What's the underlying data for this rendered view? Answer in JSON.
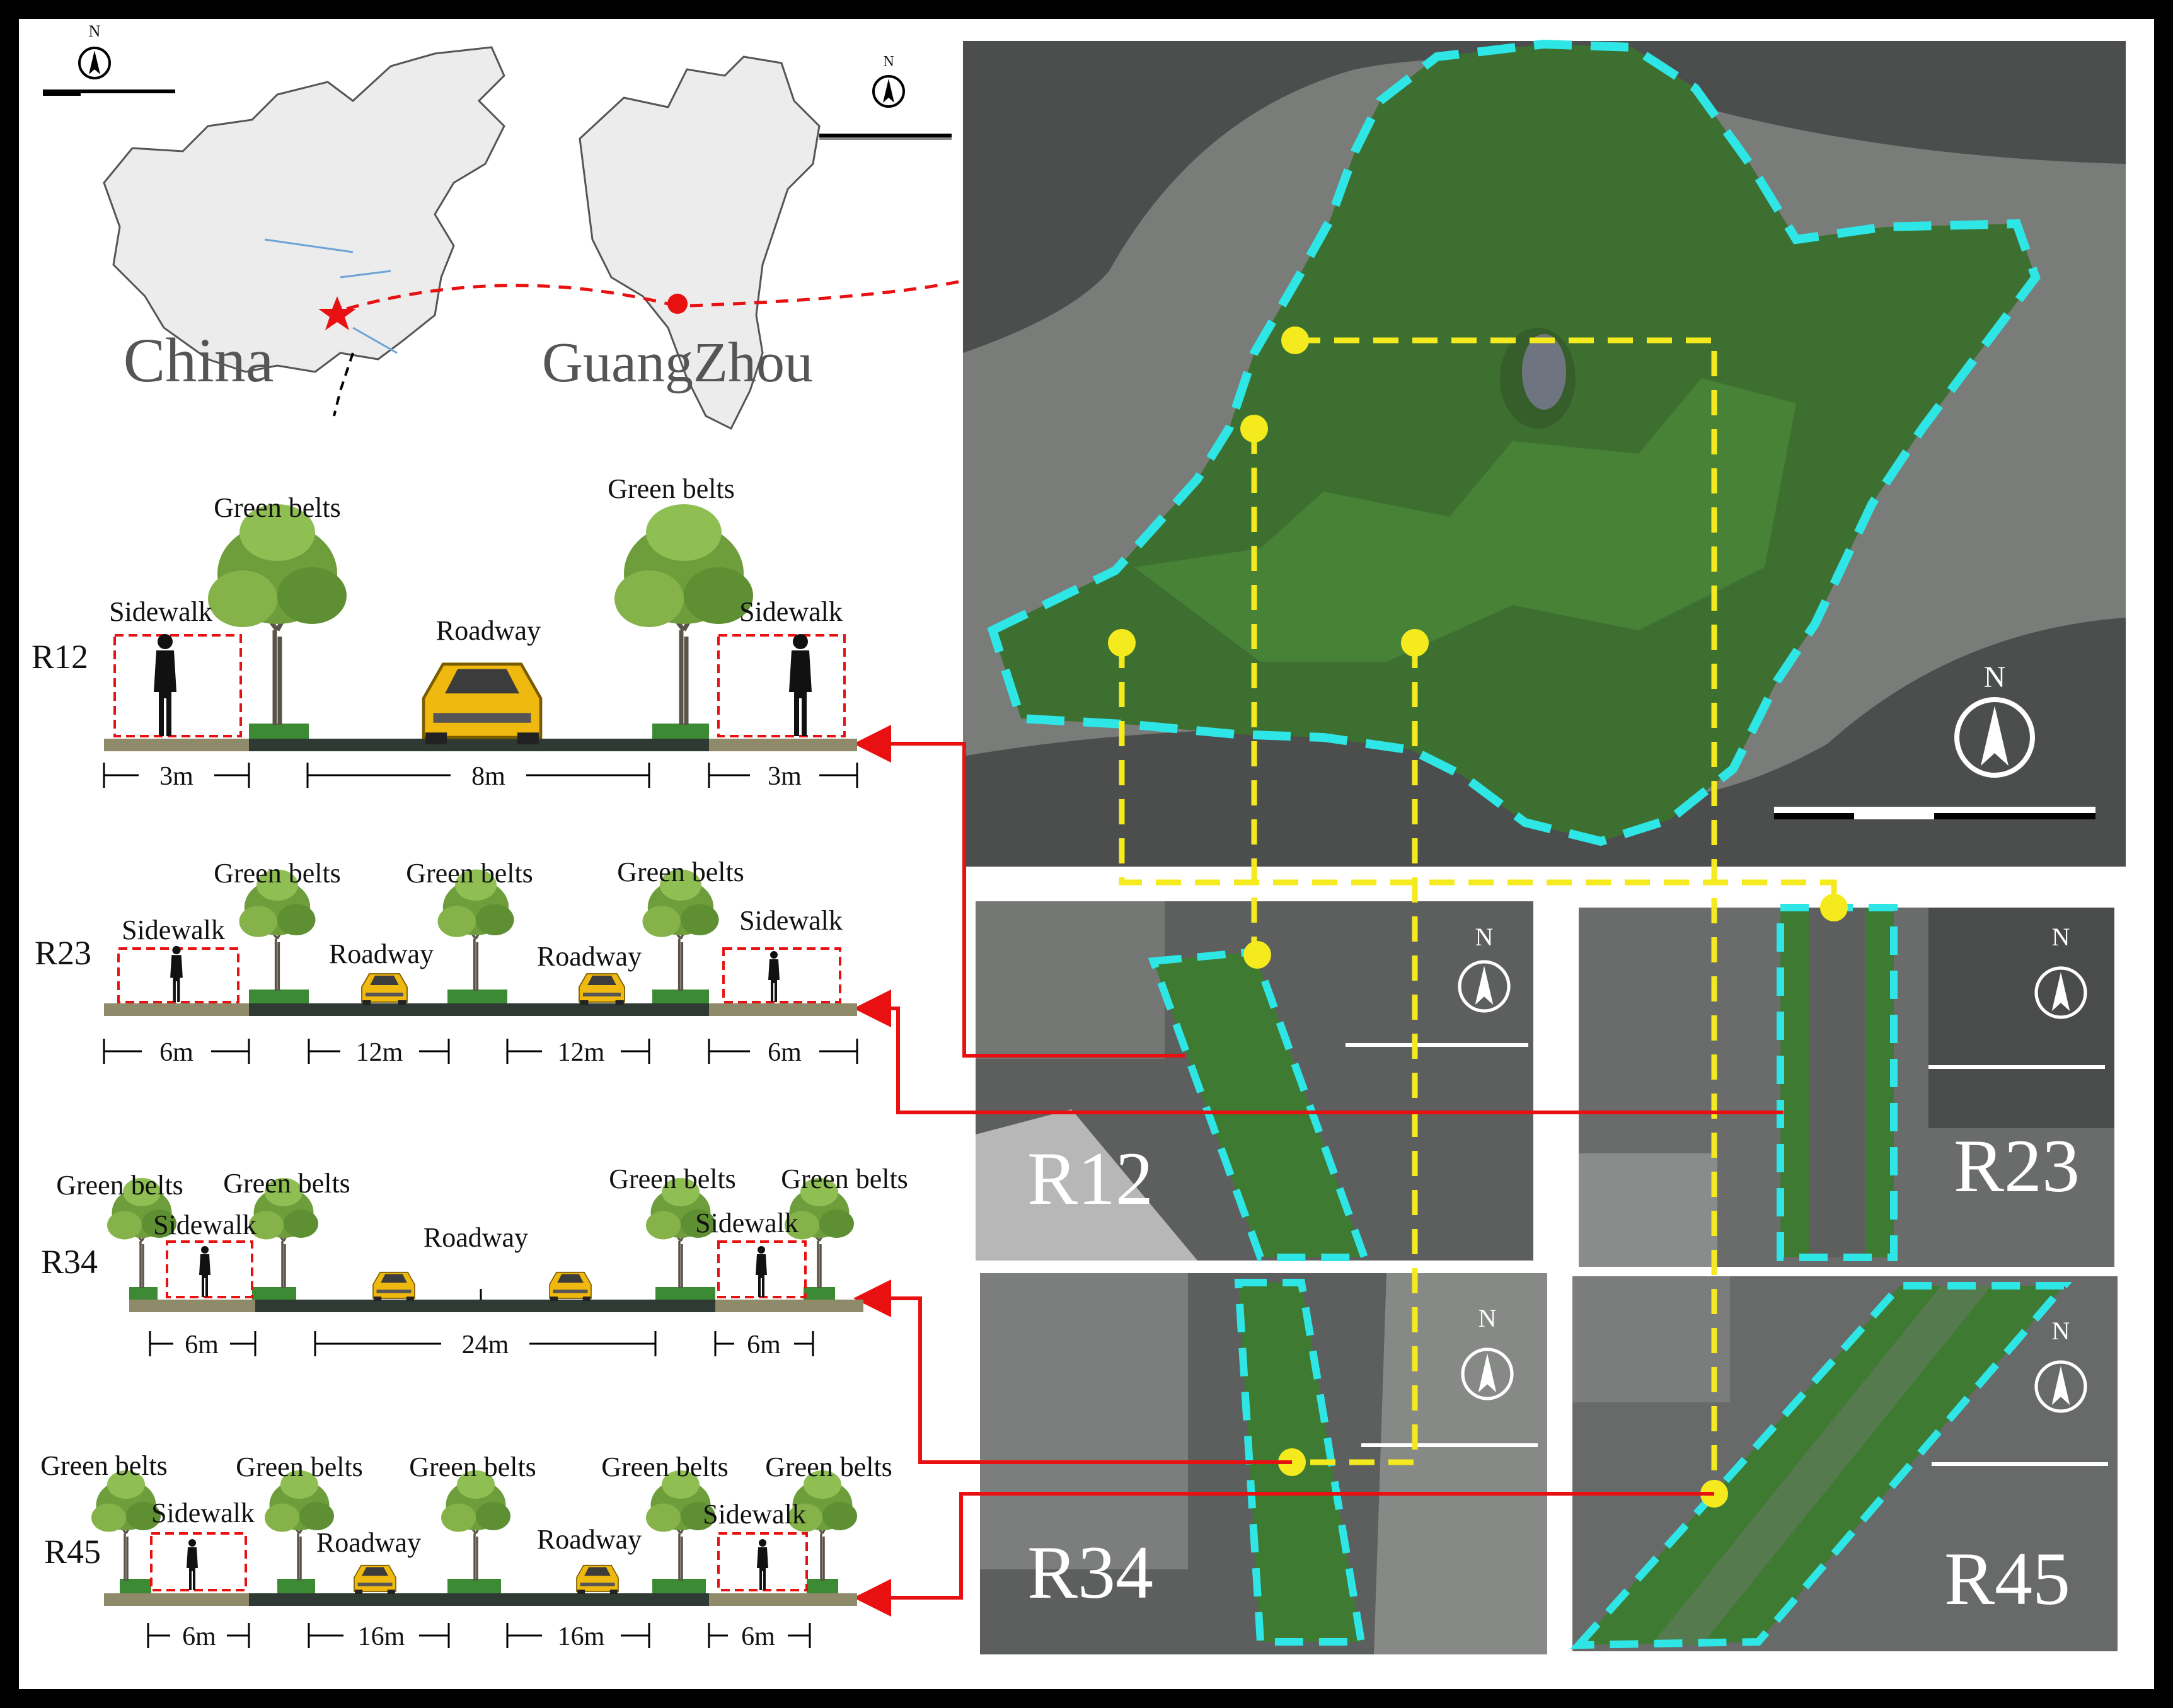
{
  "maps": {
    "china_label": "China",
    "guangzhou_label": "GuangZhou",
    "north_letter": "N"
  },
  "sections": [
    {
      "id": "R12",
      "labels": {
        "green_left": "Green belts",
        "green_right": "Green belts",
        "sidewalk_left": "Sidewalk",
        "sidewalk_right": "Sidewalk",
        "roadway": "Roadway"
      },
      "dims": [
        "3m",
        "8m",
        "3m"
      ]
    },
    {
      "id": "R23",
      "labels": {
        "green_1": "Green belts",
        "green_2": "Green belts",
        "green_3": "Green belts",
        "sidewalk_left": "Sidewalk",
        "sidewalk_right": "Sidewalk",
        "roadway_1": "Roadway",
        "roadway_2": "Roadway"
      },
      "dims": [
        "6m",
        "12m",
        "12m",
        "6m"
      ]
    },
    {
      "id": "R34",
      "labels": {
        "green_1": "Green belts",
        "green_2": "Green belts",
        "green_3": "Green belts",
        "green_4": "Green belts",
        "sidewalk_left": "Sidewalk",
        "sidewalk_right": "Sidewalk",
        "roadway": "Roadway"
      },
      "dims": [
        "6m",
        "24m",
        "6m"
      ]
    },
    {
      "id": "R45",
      "labels": {
        "green_1": "Green belts",
        "green_2": "Green belts",
        "green_3": "Green belts",
        "green_4": "Green belts",
        "green_5": "Green belts",
        "sidewalk_left": "Sidewalk",
        "sidewalk_right": "Sidewalk",
        "roadway_1": "Roadway",
        "roadway_2": "Roadway"
      },
      "dims": [
        "6m",
        "16m",
        "16m",
        "6m"
      ]
    }
  ],
  "photos": [
    {
      "id": "R12",
      "label": "R12"
    },
    {
      "id": "R23",
      "label": "R23"
    },
    {
      "id": "R34",
      "label": "R34"
    },
    {
      "id": "R45",
      "label": "R45"
    }
  ],
  "colors": {
    "boundary": "#2ee6e6",
    "route": "#f4ea1e",
    "link": "#e81010",
    "greenery": "#3d8a35",
    "sidewalk": "#8e8a6a",
    "roadway": "#2e3a33",
    "frame": "#000000"
  }
}
